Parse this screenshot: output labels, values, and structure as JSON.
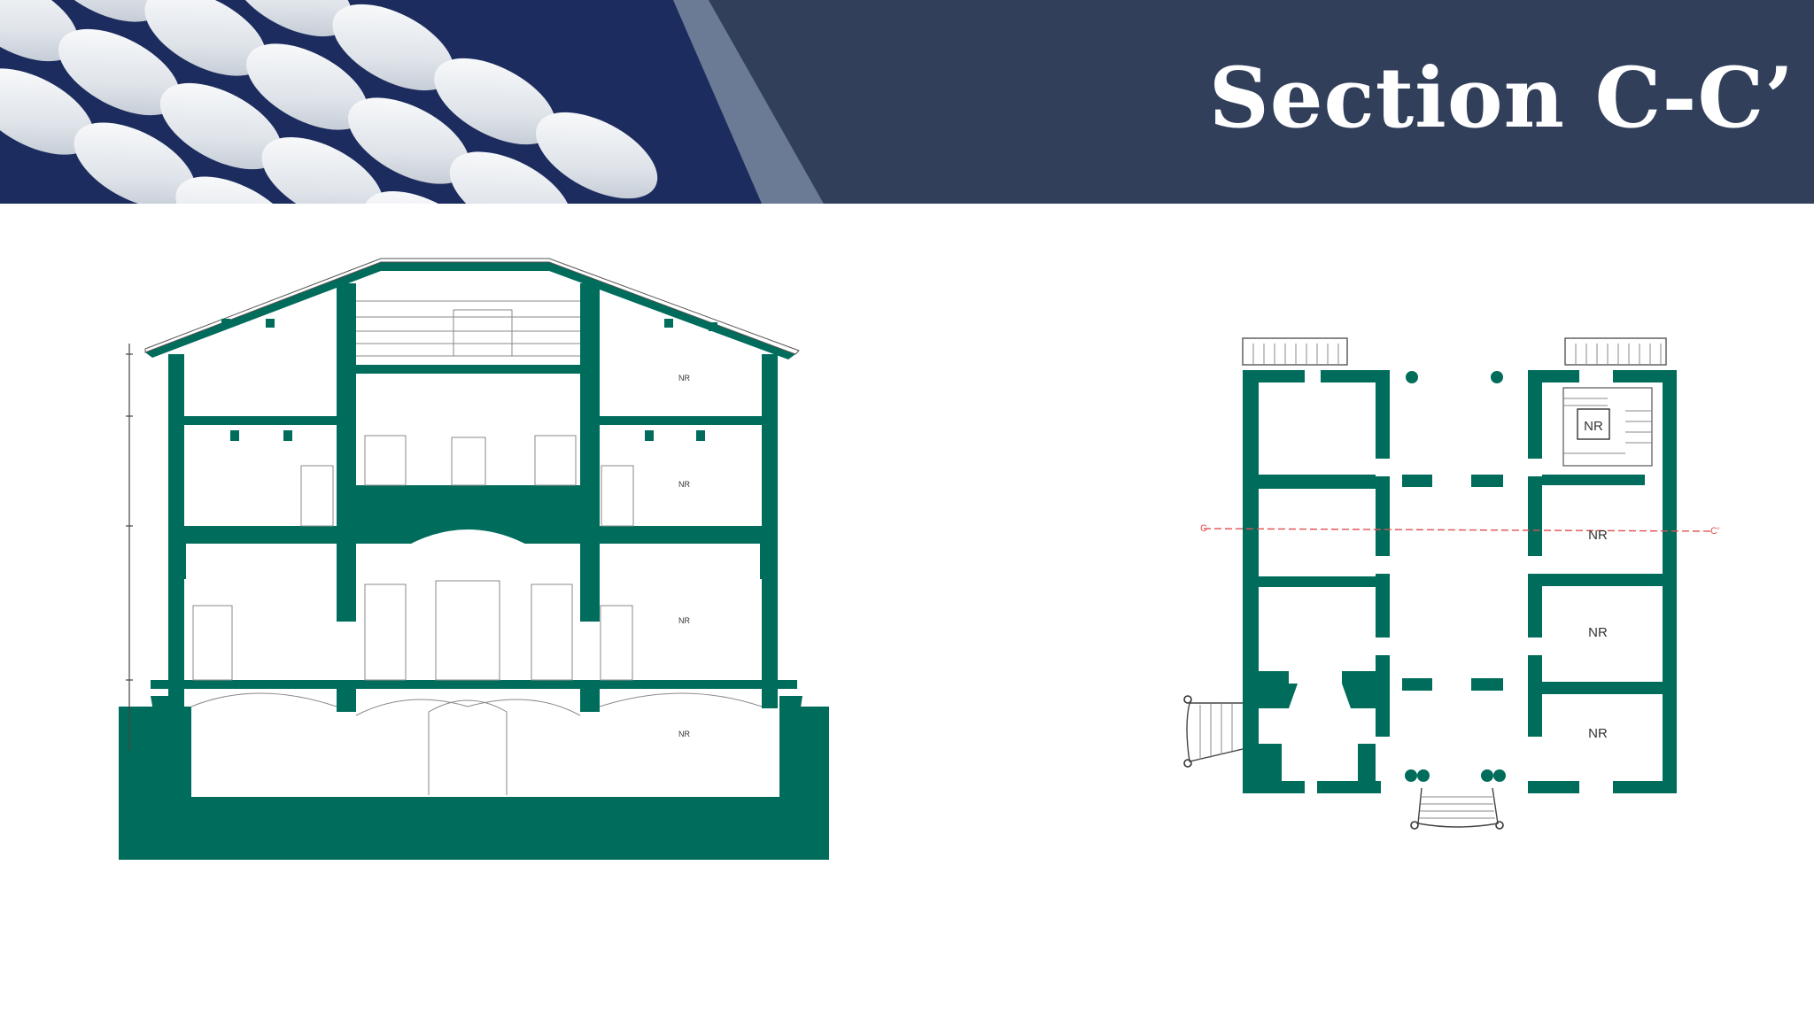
{
  "slide": {
    "title": "Section C-C’"
  },
  "colors": {
    "banner": "#313f5b",
    "banner_stripe": "#6b7b95",
    "wall_fill": "#006c5b",
    "section_line": "#e05050"
  },
  "section_drawing": {
    "room_labels": [
      "NR",
      "NR",
      "NR",
      "NR"
    ]
  },
  "floor_plan": {
    "room_labels": [
      "NR",
      "NR",
      "NR",
      "NR"
    ],
    "cut_marker_left": "C",
    "cut_marker_right": "C'"
  }
}
